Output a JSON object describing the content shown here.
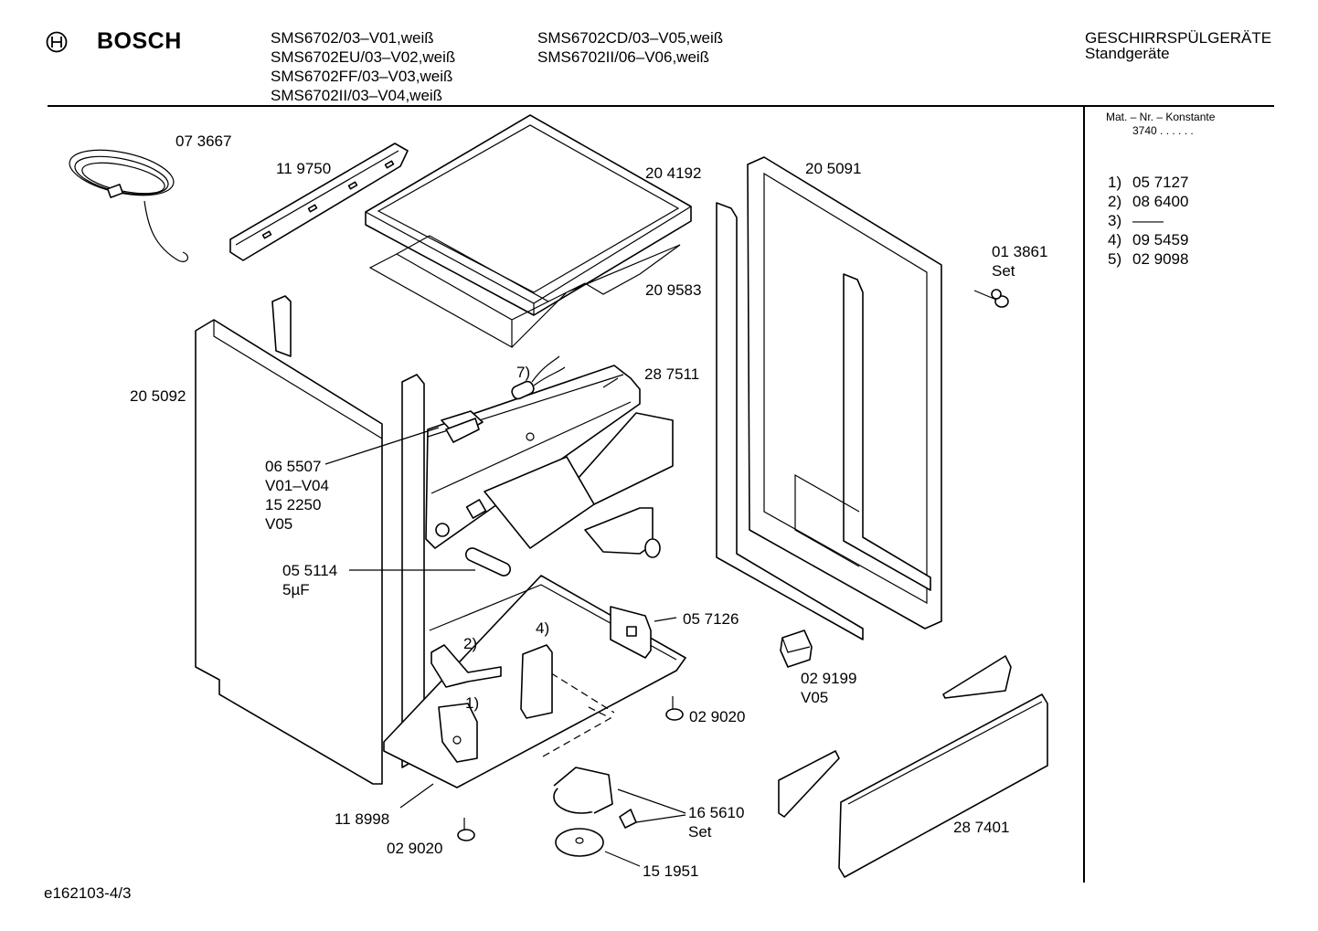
{
  "header": {
    "brand": "BOSCH",
    "models_col1": [
      "SMS6702/03–V01,weiß",
      "SMS6702EU/03–V02,weiß",
      "SMS6702FF/03–V03,weiß",
      "SMS6702II/03–V04,weiß"
    ],
    "models_col2": [
      "SMS6702CD/03–V05,weiß",
      "SMS6702II/06–V06,weiß"
    ],
    "category": "GESCHIRRSPÜLGERÄTE",
    "subcategory": "Standgeräte"
  },
  "side_panel": {
    "mat_label": "Mat. – Nr. – Konstante",
    "mat_value": "3740 . . . . . .",
    "notes": [
      {
        "num": "1)",
        "value": "05 7127"
      },
      {
        "num": "2)",
        "value": "08 6400"
      },
      {
        "num": "3)",
        "value": "——"
      },
      {
        "num": "4)",
        "value": "09 5459"
      },
      {
        "num": "5)",
        "value": "02 9098"
      }
    ]
  },
  "footer": {
    "doc_id": "e162103-4/3"
  },
  "parts": {
    "p073667": "07 3667",
    "p119750": "11 9750",
    "p204192": "20 4192",
    "p205091": "20 5091",
    "p013861": "01 3861",
    "p013861_set": "Set",
    "p209583": "20 9583",
    "p205092": "20 5092",
    "p7": "7)",
    "p287511": "28 7511",
    "p065507": "06 5507",
    "p065507_v": "V01–V04",
    "p152250": "15 2250",
    "p152250_v": "V05",
    "p055114": "05 5114",
    "p055114_v": "5µF",
    "p057126": "05 7126",
    "p2": "2)",
    "p4": "4)",
    "p1": "1)",
    "p029199": "02 9199",
    "p029199_v": "V05",
    "p029020a": "02 9020",
    "p118998": "11 8998",
    "p029020b": "02 9020",
    "p165610": "16 5610",
    "p165610_set": "Set",
    "p151951": "15 1951",
    "p287401": "28 7401"
  }
}
